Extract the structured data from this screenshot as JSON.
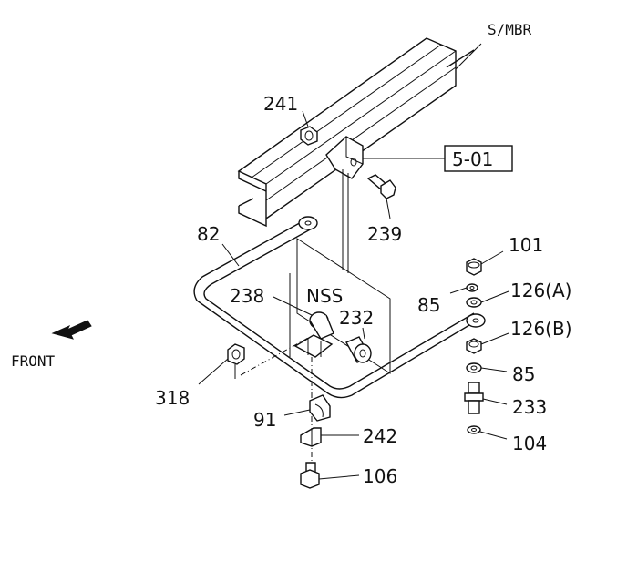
{
  "labels": {
    "s_mbr": "S/MBR",
    "front": "FRONT",
    "nss": "NSS",
    "ref_5_01": "5-01",
    "p241": "241",
    "p239": "239",
    "p82": "82",
    "p238": "238",
    "p232": "232",
    "p101": "101",
    "p85_top": "85",
    "p126a": "126(A)",
    "p126b": "126(B)",
    "p85_bot": "85",
    "p233": "233",
    "p104": "104",
    "p318": "318",
    "p91": "91",
    "p242": "242",
    "p106": "106"
  },
  "colors": {
    "line": "#111111",
    "background": "#ffffff"
  }
}
